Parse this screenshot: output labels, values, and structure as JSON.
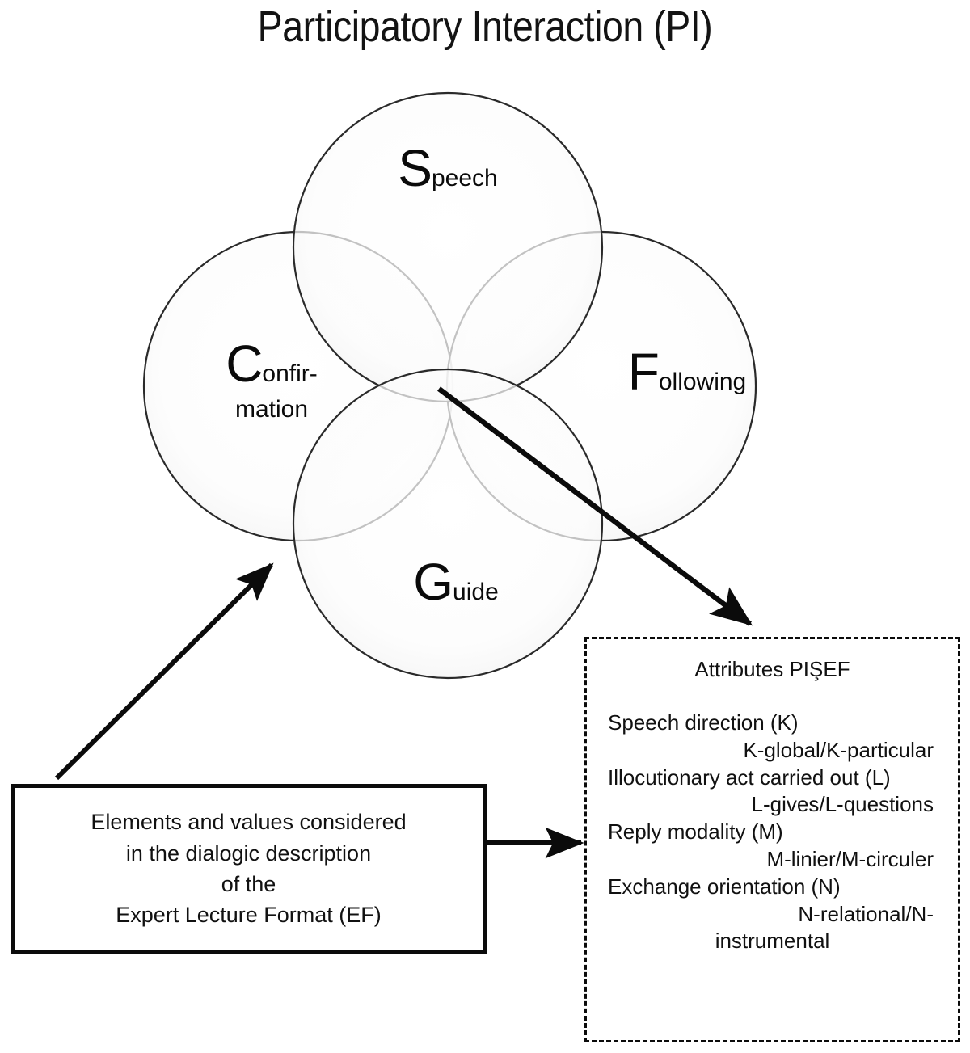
{
  "title": "Participatory Interaction (PI)",
  "venn": {
    "circles": [
      {
        "id": "speech",
        "cap": "S",
        "rest": "peech",
        "line2": ""
      },
      {
        "id": "confirmation",
        "cap": "C",
        "rest": "onfir-",
        "line2": "mation"
      },
      {
        "id": "following",
        "cap": "F",
        "rest": "ollowing",
        "line2": ""
      },
      {
        "id": "guide",
        "cap": "G",
        "rest": "uide",
        "line2": ""
      }
    ],
    "stroke_color": "#1a1a1a",
    "fill_color": "#fbfbfb"
  },
  "solid_box": {
    "lines": [
      "Elements and values considered",
      "in the dialogic description",
      "of the",
      "Expert Lecture Format (EF)"
    ]
  },
  "dashed_box": {
    "title": "Attributes PIŞEF",
    "attributes": [
      {
        "name": "Speech direction (K)",
        "values": "K-global/K-particular"
      },
      {
        "name": "Illocutionary act carried out (L)",
        "values": "L-gives/L-questions"
      },
      {
        "name": "Reply modality (M)",
        "values": "M-linier/M-circuler"
      },
      {
        "name": "Exchange orientation (N)",
        "values": "N-relational/N-",
        "values2": "instrumental"
      }
    ]
  },
  "arrows": [
    {
      "id": "venn-to-attributes",
      "from": "venn-center",
      "to": "dashed-box"
    },
    {
      "id": "solid-box-to-venn",
      "from": "solid-box",
      "to": "venn-confirmation"
    },
    {
      "id": "solid-box-to-attributes",
      "from": "solid-box",
      "to": "dashed-box"
    }
  ]
}
